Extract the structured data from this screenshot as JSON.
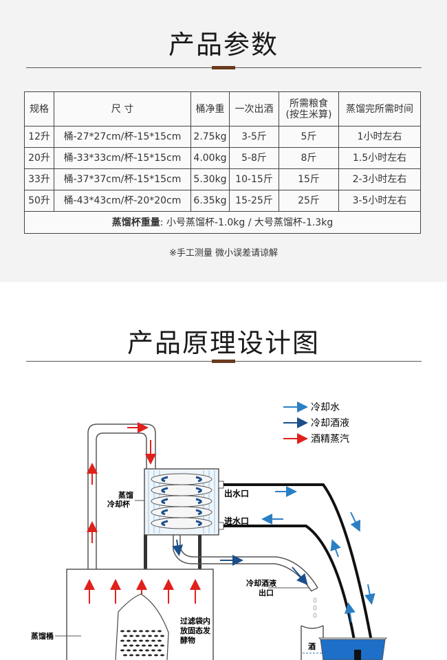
{
  "params": {
    "title": "产品参数",
    "headers": [
      "规格",
      "尺 寸",
      "桶净重",
      "一次出酒",
      "所需粮食",
      "(按生米算)",
      "蒸馏完所需时间"
    ],
    "rows": [
      [
        "12升",
        "桶-27*27cm/杯-15*15cm",
        "2.75kg",
        "3-5斤",
        "5斤",
        "1小时左右"
      ],
      [
        "20升",
        "桶-33*33cm/杯-15*15cm",
        "4.00kg",
        "5-8斤",
        "8斤",
        "1.5小时左右"
      ],
      [
        "33升",
        "桶-37*37cm/杯-15*15cm",
        "5.30kg",
        "10-15斤",
        "15斤",
        "2-3小时左右"
      ],
      [
        "50升",
        "桶-43*43cm/杯-20*20cm",
        "6.35kg",
        "15-25斤",
        "25斤",
        "3-5小时左右"
      ]
    ],
    "footer_label": "蒸馏杯重量",
    "footer_value": ": 小号蒸馏杯-1.0kg  /  大号蒸馏杯-1.3kg",
    "note": "※手工测量  微小误差请谅解"
  },
  "diagram": {
    "title": "产品原理设计图",
    "legend": [
      "冷却水",
      "冷却酒液",
      "酒精蒸汽"
    ],
    "colors": {
      "cooling_water": "#2a7fc4",
      "cooling_liquor": "#1b4f8c",
      "vapor": "#e0201b"
    },
    "labels": {
      "condenser_1": "蒸馏",
      "condenser_2": "冷却杯",
      "water_out": "出水口",
      "water_in": "进水口",
      "liquor_out_1": "冷却酒液",
      "liquor_out_2": "出口",
      "bag_1": "过滤袋内",
      "bag_2": "放固态发",
      "bag_3": "酵物",
      "bucket": "蒸馏桶",
      "cup": "酒"
    }
  }
}
